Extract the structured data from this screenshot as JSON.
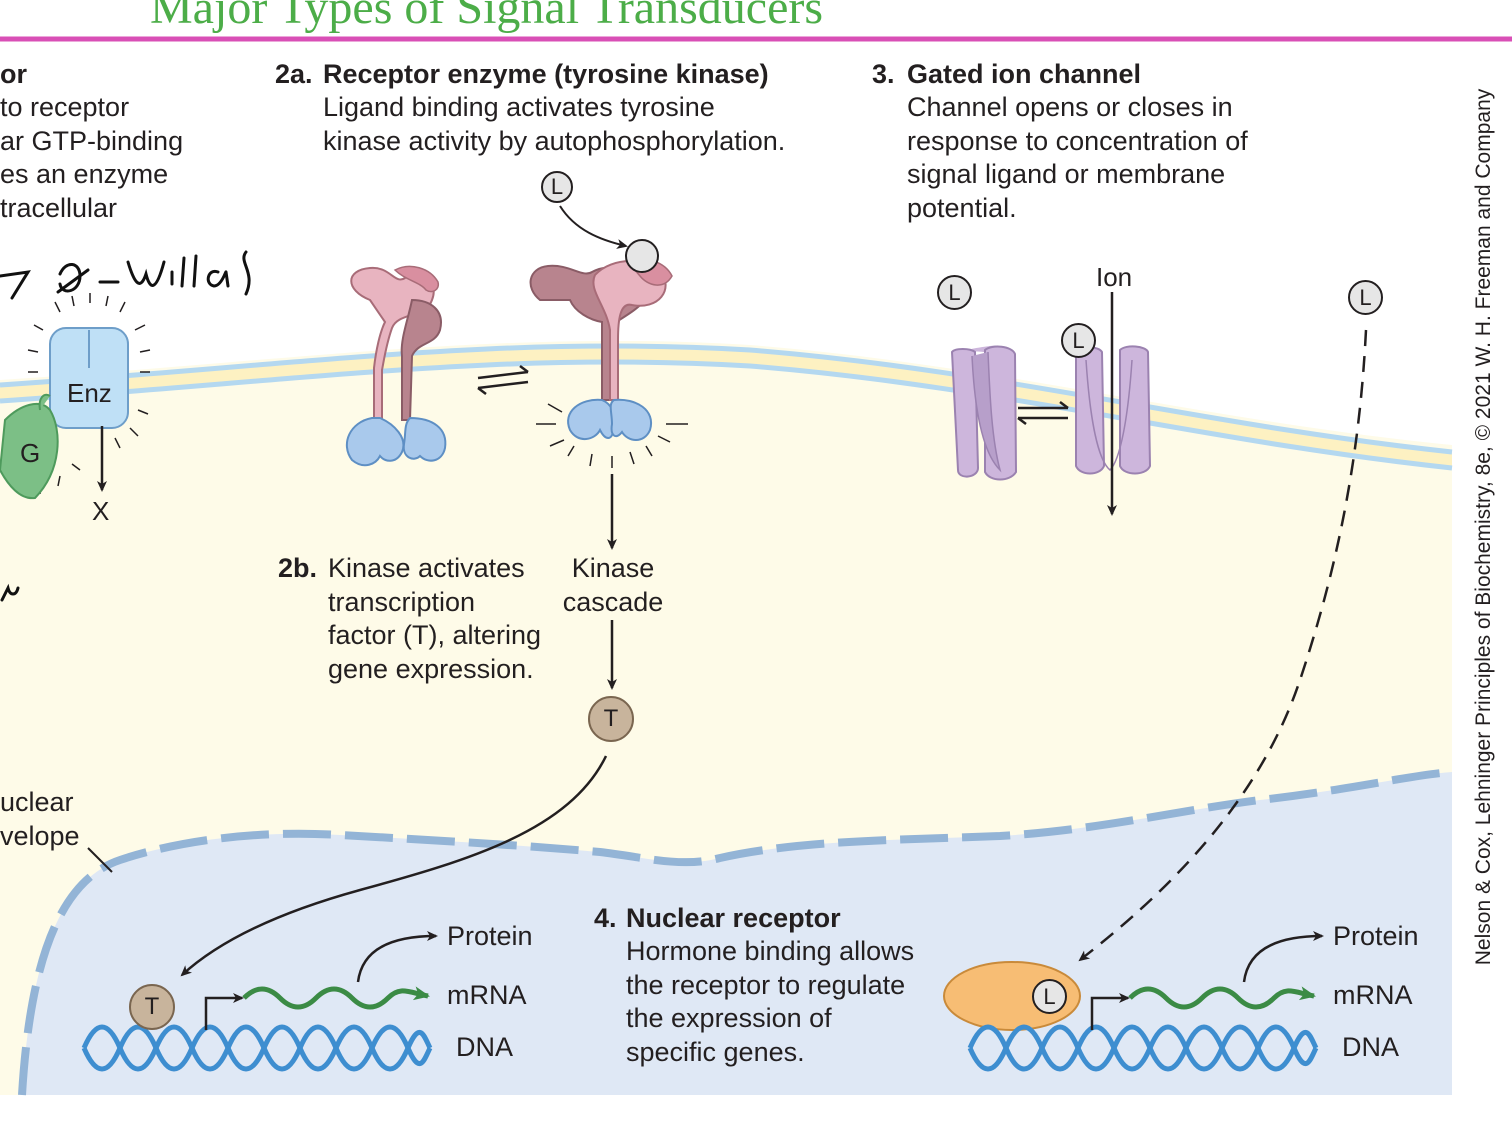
{
  "title": "Major Types of Signal Transducers",
  "credit": "Nelson & Cox, Lehninger Principles of Biochemistry, 8e, © 2021 W. H. Freeman and Company",
  "colors": {
    "title_green": "#4cad48",
    "rule_magenta": "#d94fb6",
    "cytoplasm": "#fefbe8",
    "membrane_yellow": "#fdf1c2",
    "membrane_blue": "#b4d8f0",
    "nucleus": "#dfe8f5",
    "envelope": "#93b4d6",
    "dna": "#3e8ed0",
    "mrna": "#3b8b45",
    "receptor_pink": "#e8b4c0",
    "receptor_mauve": "#b8848e",
    "kinase_blue": "#a9c9ec",
    "channel_purple": "#cdb6dc",
    "g_protein_green": "#7cbf86",
    "nuclear_receptor_orange": "#f7bd74",
    "t_factor": "#c8b49c"
  },
  "panel1": {
    "heading": "or",
    "body": "to receptor\nar GTP-binding\nes an enzyme\ntracellular",
    "handwriting": "7  ℒ -ωιιℓaʃ",
    "handwriting_mark": "ν",
    "enzyme": "Enz",
    "g_protein": "G",
    "product": "X",
    "envelope_label": "uclear\nvelope"
  },
  "panel2a": {
    "number": "2a.",
    "heading": "Receptor enzyme (tyrosine kinase)",
    "body": "Ligand binding activates tyrosine\nkinase activity by autophosphorylation.",
    "ligand": "L"
  },
  "panel2b": {
    "number": "2b.",
    "body": "Kinase activates\ntranscription\nfactor (T), altering\ngene expression.",
    "cascade": "Kinase\ncascade",
    "tf": "T"
  },
  "panel3": {
    "number": "3.",
    "heading": "Gated ion channel",
    "body": "Channel opens or closes in\nresponse to concentration of\nsignal ligand or membrane\npotential.",
    "ion": "Ion",
    "ligand": "L"
  },
  "panel4": {
    "number": "4.",
    "heading": "Nuclear receptor",
    "body": "Hormone binding allows\nthe receptor to regulate\nthe expression of\nspecific genes.",
    "ligand": "L"
  },
  "gene_left": {
    "protein": "Protein",
    "mrna": "mRNA",
    "dna": "DNA",
    "tf": "T"
  },
  "gene_right": {
    "protein": "Protein",
    "mrna": "mRNA",
    "dna": "DNA"
  }
}
